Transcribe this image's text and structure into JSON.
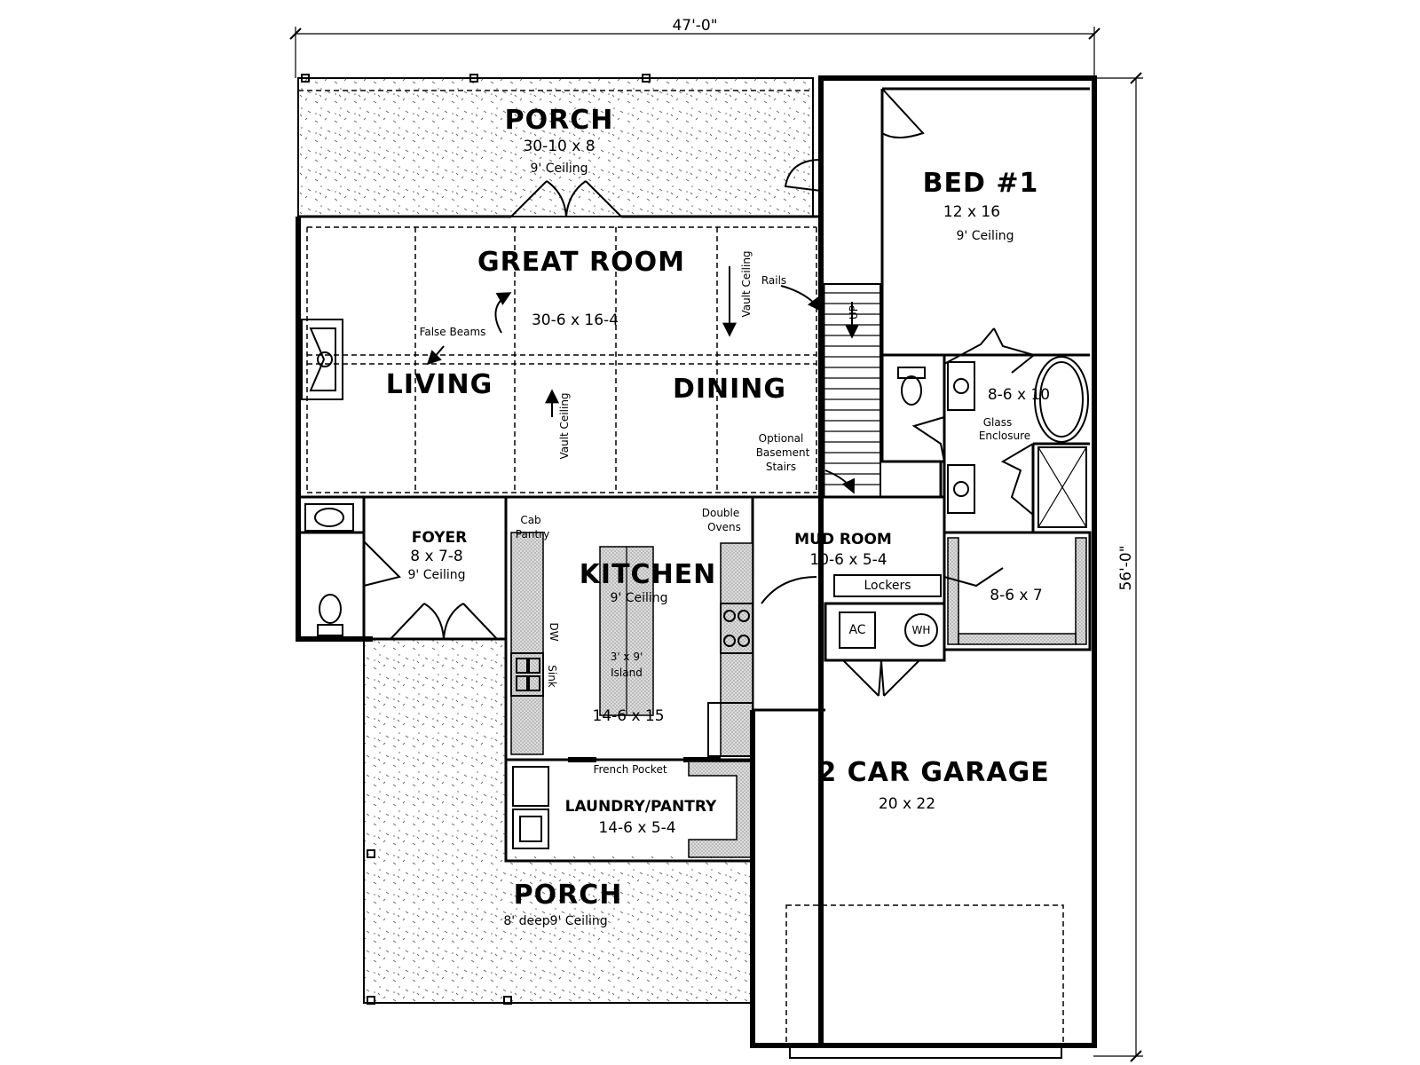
{
  "dimensions": {
    "width": "47'-0\"",
    "depth": "56'-0\""
  },
  "rooms": {
    "porch_front": {
      "name": "PORCH",
      "size": "30-10 x 8",
      "ceiling": "9' Ceiling"
    },
    "great_room": {
      "name": "GREAT ROOM",
      "size": "30-6 x 16-4"
    },
    "living": {
      "name": "LIVING"
    },
    "dining": {
      "name": "DINING"
    },
    "bed1": {
      "name": "BED #1",
      "size": "12 x 16",
      "ceiling": "9' Ceiling"
    },
    "bath": {
      "size": "8-6 x 10"
    },
    "closet": {
      "size": "8-6 x 7"
    },
    "foyer": {
      "name": "FOYER",
      "size": "8 x 7-8",
      "ceiling": "9' Ceiling"
    },
    "kitchen": {
      "name": "KITCHEN",
      "ceiling": "9' Ceiling",
      "size": "14-6 x 15"
    },
    "mud_room": {
      "name": "MUD ROOM",
      "size": "10-6 x 5-4"
    },
    "laundry": {
      "name": "LAUNDRY/PANTRY",
      "size": "14-6 x 5-4"
    },
    "garage": {
      "name": "2 CAR GARAGE",
      "size": "20 x 22"
    },
    "porch_rear": {
      "name": "PORCH",
      "note": "8' deep9' Ceiling"
    }
  },
  "annotations": {
    "false_beams": "False Beams",
    "vault_ceiling_1": "Vault Ceiling",
    "vault_ceiling_2": "Vault Ceiling",
    "rails": "Rails",
    "up": "UP",
    "optional_stairs_1": "Optional",
    "optional_stairs_2": "Basement",
    "optional_stairs_3": "Stairs",
    "glass_1": "Glass",
    "glass_2": "Enclosure",
    "cab_1": "Cab",
    "cab_2": "Pantry",
    "double_1": "Double",
    "double_2": "Ovens",
    "lockers": "Lockers",
    "dw": "DW",
    "sink": "Sink",
    "island_1": "3' x 9'",
    "island_2": "Island",
    "french_pocket": "French Pocket",
    "ac": "AC",
    "wh": "WH"
  }
}
